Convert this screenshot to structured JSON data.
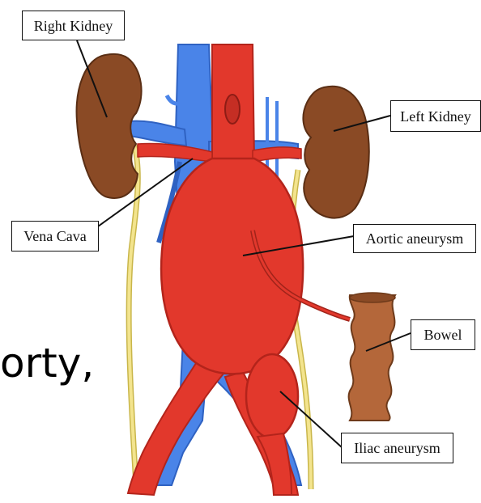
{
  "background_fragment": "orty,",
  "labels": {
    "right_kidney": "Right Kidney",
    "left_kidney": "Left Kidney",
    "vena_cava": "Vena Cava",
    "aortic_aneurysm": "Aortic aneurysm",
    "bowel": "Bowel",
    "iliac_aneurysm": "Iliac aneurysm"
  },
  "colors": {
    "artery": "#e2382c",
    "artery_dark": "#b3241b",
    "vein": "#4a84e8",
    "vein_dark": "#2f62c2",
    "kidney": "#8a4a25",
    "kidney_dark": "#5a2e14",
    "ureter": "#f3e48e",
    "bowel": "#b4673a"
  }
}
